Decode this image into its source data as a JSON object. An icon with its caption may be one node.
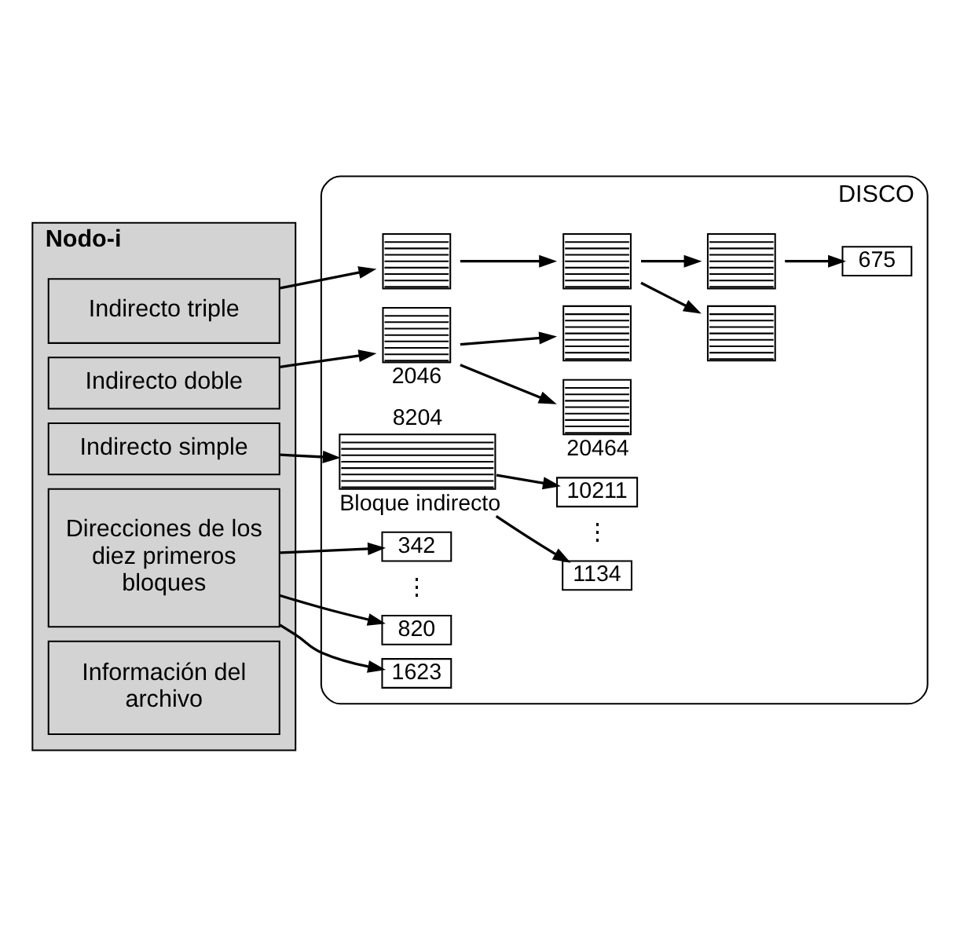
{
  "diagram": {
    "nodes": [
      {
        "text": [
          "Nodo-i"
        ]
      },
      {
        "text": [
          "Información del archivo"
        ],
        "in": 0
      },
      {
        "text": [
          "Direcciones de los diez primeros bloques"
        ],
        "in": 0
      },
      {
        "text": [
          "Indirecto simple"
        ],
        "in": 0
      },
      {
        "text": [
          "Indirecto doble"
        ],
        "in": 0
      },
      {
        "text": [
          "Indirecto triple"
        ],
        "in": 0
      },
      {
        "text": [
          "DISCO"
        ]
      },
      {
        "text": [
          "820"
        ],
        "in": 6
      },
      {
        "text": [
          "342"
        ],
        "in": 6
      },
      {
        "text": [
          "1623"
        ],
        "in": 6
      },
      {
        "text": [],
        "shape": "box",
        "beside": [
          "8204",
          "Bloque indirecto"
        ],
        "in": 6
      },
      {
        "text": [
          "1134"
        ],
        "in": 6
      },
      {
        "text": [
          "10211"
        ],
        "in": 6
      },
      {
        "text": [],
        "shape": "box",
        "beside": [
          "2046"
        ],
        "in": 6
      },
      {
        "text": [],
        "shape": "box",
        "in": 6
      },
      {
        "text": [],
        "shape": "box",
        "beside": [
          "20464"
        ],
        "in": 6
      },
      {
        "text": [],
        "shape": "box",
        "in": 6
      },
      {
        "text": [],
        "shape": "box",
        "in": 6
      },
      {
        "text": [],
        "shape": "box",
        "in": 6
      },
      {
        "text": [],
        "shape": "box",
        "in": 6
      },
      {
        "text": [
          "675"
        ],
        "in": 6
      }
    ],
    "edges": [
      {
        "from": 2,
        "to": 7,
        "arrow": "to"
      },
      {
        "from": 2,
        "to": 8,
        "arrow": "to"
      },
      {
        "from": 2,
        "to": 9,
        "arrow": "to"
      },
      {
        "from": 3,
        "to": 10,
        "arrow": "to"
      },
      {
        "from": 10,
        "to": 11,
        "arrow": "to"
      },
      {
        "from": 10,
        "to": 12,
        "arrow": "to"
      },
      {
        "from": 4,
        "to": 13,
        "arrow": "to"
      },
      {
        "from": 13,
        "to": 14,
        "arrow": "to"
      },
      {
        "from": 13,
        "to": 15,
        "arrow": "to"
      },
      {
        "from": 5,
        "to": 16,
        "arrow": "to"
      },
      {
        "from": 16,
        "to": 17,
        "arrow": "to"
      },
      {
        "from": 17,
        "to": 18,
        "arrow": "to"
      },
      {
        "from": 17,
        "to": 19,
        "arrow": "to"
      },
      {
        "from": 19,
        "to": 20,
        "arrow": "to"
      }
    ],
    "labels": [
      "⋮",
      "⋮"
    ]
  }
}
